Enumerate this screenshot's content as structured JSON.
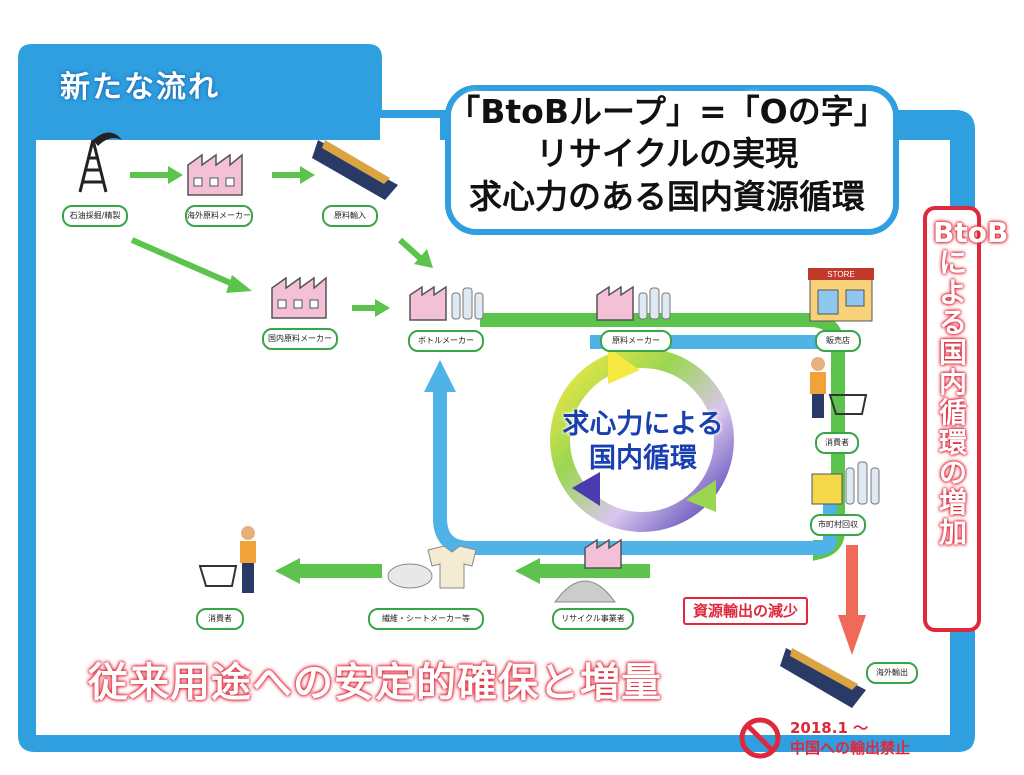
{
  "header": {
    "tab_title": "新たな流れ",
    "headline": [
      "「BtoBループ」=「Oの字」",
      "リサイクルの実現",
      "求心力のある国内資源循環"
    ]
  },
  "nodes": {
    "oil": "石油採掘/精製",
    "overseas_maker": "海外原料メーカー",
    "import": "原料輸入",
    "domestic_maker": "国内原料メーカー",
    "bottle_maker": "ボトルメーカー",
    "material_maker": "原料メーカー",
    "retail": "販売店",
    "consumer_right": "消費者",
    "collection": "市町村回収",
    "recycler": "リサイクル事業者",
    "fiber_sheet": "繊維・シートメーカー等",
    "consumer_left": "消費者",
    "overseas": "海外輸出"
  },
  "center_label": [
    "求心力による",
    "国内循環"
  ],
  "side_label": "BtoBによる国内循環の増加",
  "bottom_label": "従来用途への安定的確保と増量",
  "export_label": "資源輸出の減少",
  "ban": {
    "line1": "2018.1 ～",
    "line2": "中国への輸出禁止"
  },
  "colors": {
    "frame": "#2f9fe0",
    "arrow_green": "#5cc34d",
    "arrow_blue": "#4fb3e8",
    "accent_red": "#e0283c"
  },
  "store_sign": "STORE"
}
